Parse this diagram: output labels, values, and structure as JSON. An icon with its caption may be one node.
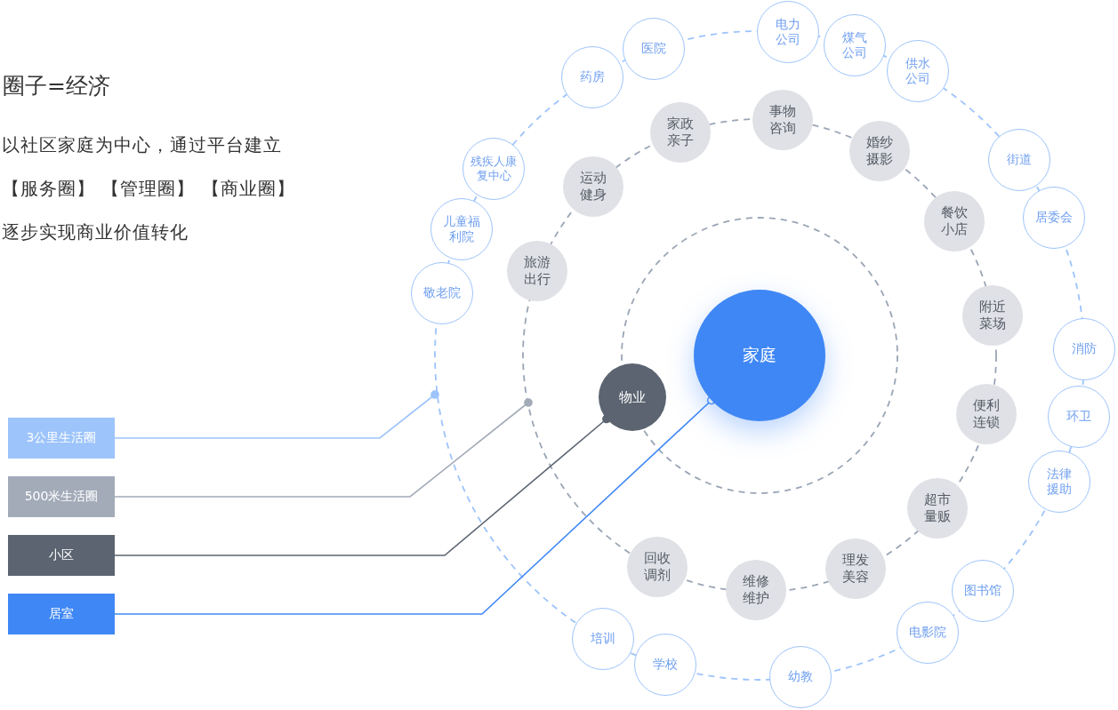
{
  "diagram": {
    "title": "圈子=经济",
    "nodes": [
      {
        "text": [
          "家庭"
        ]
      },
      {
        "text": [
          "物业"
        ]
      },
      {
        "text": [
          "旅游出行"
        ]
      },
      {
        "text": [
          "运动健身"
        ]
      },
      {
        "text": [
          "家政亲子"
        ]
      },
      {
        "text": [
          "事物咨询"
        ]
      },
      {
        "text": [
          "婚纱摄影"
        ]
      },
      {
        "text": [
          "餐饮小店"
        ]
      },
      {
        "text": [
          "附近菜场"
        ]
      },
      {
        "text": [
          "便利连锁"
        ]
      },
      {
        "text": [
          "超市量贩"
        ]
      },
      {
        "text": [
          "理发美容"
        ]
      },
      {
        "text": [
          "维修维护"
        ]
      },
      {
        "text": [
          "回收调剂"
        ]
      },
      {
        "text": [
          "敬老院"
        ]
      },
      {
        "text": [
          "儿童福利院"
        ]
      },
      {
        "text": [
          "残疾人康复中心"
        ]
      },
      {
        "text": [
          "药房"
        ]
      },
      {
        "text": [
          "医院"
        ]
      },
      {
        "text": [
          "电力公司"
        ]
      },
      {
        "text": [
          "煤气公司"
        ]
      },
      {
        "text": [
          "供水公司"
        ]
      },
      {
        "text": [
          "街道"
        ]
      },
      {
        "text": [
          "居委会"
        ]
      },
      {
        "text": [
          "消防"
        ]
      },
      {
        "text": [
          "环卫"
        ]
      },
      {
        "text": [
          "法律援助"
        ]
      },
      {
        "text": [
          "图书馆"
        ]
      },
      {
        "text": [
          "电影院"
        ]
      },
      {
        "text": [
          "幼教"
        ]
      },
      {
        "text": [
          "学校"
        ]
      },
      {
        "text": [
          "培训"
        ]
      },
      {
        "text": [
          "3公里生活圈"
        ]
      },
      {
        "text": [
          "500米生活圈"
        ]
      },
      {
        "text": [
          "小区"
        ]
      },
      {
        "text": [
          "居室"
        ]
      }
    ],
    "edges": [
      {
        "from": 32,
        "to": null,
        "arrow": "other",
        "color": "#9dc4fb"
      },
      {
        "from": 33,
        "to": null,
        "arrow": "other",
        "color": "#a3abb9"
      },
      {
        "from": 34,
        "to": 1,
        "arrow": "other",
        "color": "#5b6470"
      },
      {
        "from": 35,
        "to": 0,
        "arrow": "other",
        "color": "#3f87f5"
      }
    ],
    "labels": [
      "以社区家庭为中心，通过平台建立",
      "【服务圈】 【管理圈】 【商业圈】",
      "逐步实现商业价值转化"
    ]
  }
}
